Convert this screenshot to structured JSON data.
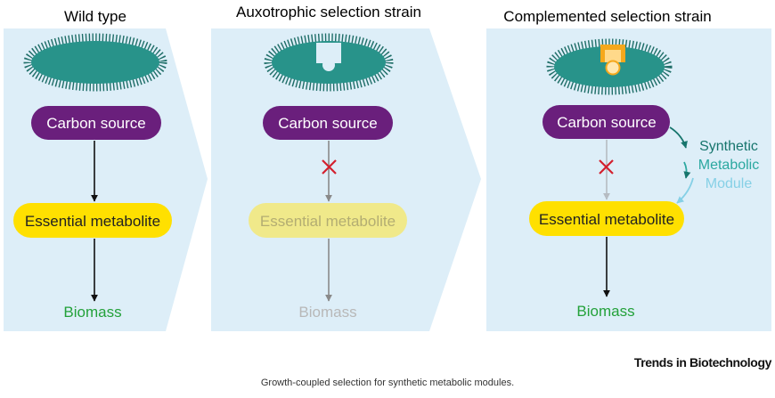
{
  "panels": [
    {
      "title": "Wild type",
      "carbon_source": "Carbon source",
      "essential_metabolite": "Essential metabolite",
      "biomass": "Biomass"
    },
    {
      "title": "Auxotrophic selection strain",
      "carbon_source": "Carbon source",
      "essential_metabolite": "Essential metabolite",
      "biomass": "Biomass"
    },
    {
      "title": "Complemented selection strain",
      "carbon_source": "Carbon source",
      "essential_metabolite": "Essential metabolite",
      "biomass": "Biomass",
      "module": {
        "line1": "Synthetic",
        "line2": "Metabolic",
        "line3": "Module"
      }
    }
  ],
  "brand": "Trends in Biotechnology",
  "caption": "Growth-coupled selection for synthetic metabolic modules.",
  "colors": {
    "panel_bg": "#ddeef8",
    "cell_fill": "#28938a",
    "cell_edge": "#1f6e68",
    "carbon_source": "#6a1f7c",
    "metabolite": "#ffe000",
    "metabolite_faded": "#f0e98a",
    "biomass_text": "#23a13a",
    "faded_text": "#b8b8b8",
    "block_x": "#d3202e",
    "module_dark": "#17756d",
    "module_mid": "#2ba8a0",
    "module_light": "#86d0e6",
    "transporter": "#f5a81c"
  }
}
